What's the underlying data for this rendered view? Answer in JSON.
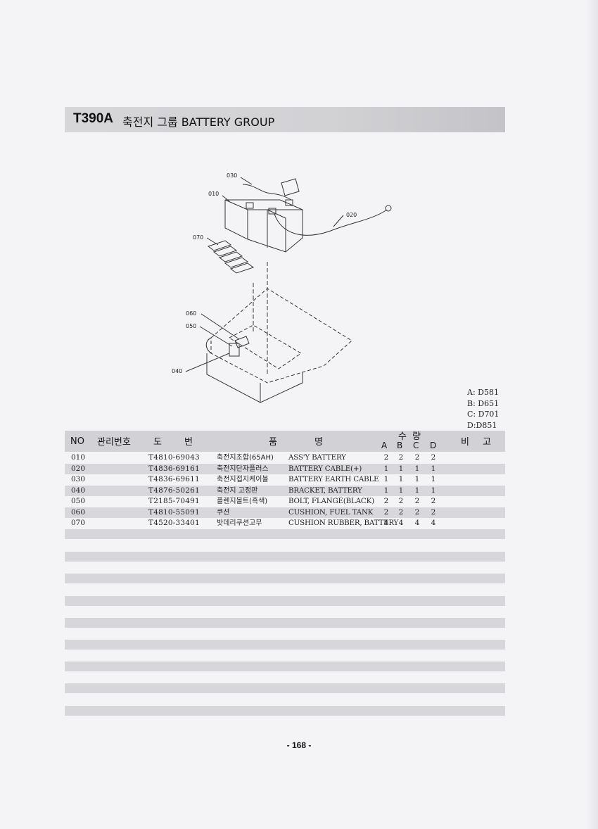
{
  "header": {
    "code": "T390A",
    "title": "축전지 그룹  BATTERY GROUP"
  },
  "diagram": {
    "callouts": [
      "030",
      "010",
      "020",
      "070",
      "060",
      "050",
      "040"
    ]
  },
  "models": [
    "A: D581",
    "B: D651",
    "C: D701",
    "D:D851"
  ],
  "table": {
    "headers": {
      "no": "NO",
      "mgmt": "관리번호",
      "drawing_1": "도",
      "drawing_2": "번",
      "name_1": "품",
      "name_2": "명",
      "qty_1": "수",
      "qty_2": "량",
      "a": "A",
      "b": "B",
      "c": "C",
      "d": "D",
      "remarks_1": "비",
      "remarks_2": "고"
    },
    "rows": [
      {
        "no": "010",
        "part": "T4810-69043",
        "kor": "축전지조합(65AH)",
        "eng": "ASS'Y BATTERY",
        "a": "2",
        "b": "2",
        "c": "2",
        "d": "2"
      },
      {
        "no": "020",
        "part": "T4836-69161",
        "kor": "축전지단자플러스",
        "eng": "BATTERY CABLE(+)",
        "a": "1",
        "b": "1",
        "c": "1",
        "d": "1"
      },
      {
        "no": "030",
        "part": "T4836-69611",
        "kor": "축전지접지케이블",
        "eng": "BATTERY EARTH CABLE",
        "a": "1",
        "b": "1",
        "c": "1",
        "d": "1"
      },
      {
        "no": "040",
        "part": "T4876-50261",
        "kor": "축전지 고정판",
        "eng": "BRACKET, BATTERY",
        "a": "1",
        "b": "1",
        "c": "1",
        "d": "1"
      },
      {
        "no": "050",
        "part": "T2185-70491",
        "kor": "플렌지볼트(흑색)",
        "eng": "BOLT, FLANGE(BLACK)",
        "a": "2",
        "b": "2",
        "c": "2",
        "d": "2"
      },
      {
        "no": "060",
        "part": "T4810-55091",
        "kor": "쿠션",
        "eng": "CUSHION, FUEL TANK",
        "a": "2",
        "b": "2",
        "c": "2",
        "d": "2"
      },
      {
        "no": "070",
        "part": "T4520-33401",
        "kor": "밧데리쿠션고무",
        "eng": "CUSHION RUBBER, BATTERY",
        "a": "4",
        "b": "4",
        "c": "4",
        "d": "4"
      }
    ]
  },
  "page_number": "- 168 -"
}
